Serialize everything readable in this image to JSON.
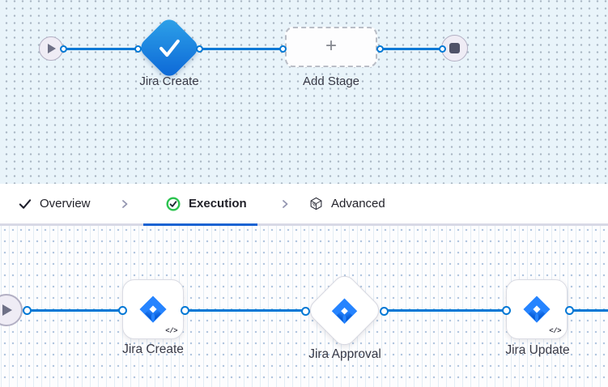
{
  "top_canvas": {
    "stage_label": "Jira Create",
    "add_stage_label": "Add Stage",
    "plus_glyph": "+"
  },
  "tab_bar": {
    "tabs": [
      {
        "label": "Overview",
        "icon": "check-icon",
        "state": "done"
      },
      {
        "label": "Execution",
        "icon": "check-circle-icon",
        "state": "active"
      },
      {
        "label": "Advanced",
        "icon": "cube-icon",
        "state": "default"
      }
    ]
  },
  "bottom_canvas": {
    "steps": [
      {
        "label": "Jira Create",
        "icon": "jira-logo-icon",
        "badge": "</>"
      },
      {
        "label": "Jira Approval",
        "icon": "jira-logo-icon"
      },
      {
        "label": "Jira Update",
        "icon": "jira-logo-icon",
        "badge": "</>"
      }
    ]
  },
  "colors": {
    "connector_blue": "#0278d5",
    "active_tab_blue": "#1b63d2",
    "success_green": "#2bc34f",
    "stage_gradient_start": "#2fa4e9",
    "stage_gradient_end": "#0b65d6",
    "jira_bright_blue": "#2684FF",
    "jira_dark_blue": "#0052CC",
    "canvas_top_bg": "#e9f4fa",
    "canvas_bottom_bg": "#fdfdfe"
  }
}
